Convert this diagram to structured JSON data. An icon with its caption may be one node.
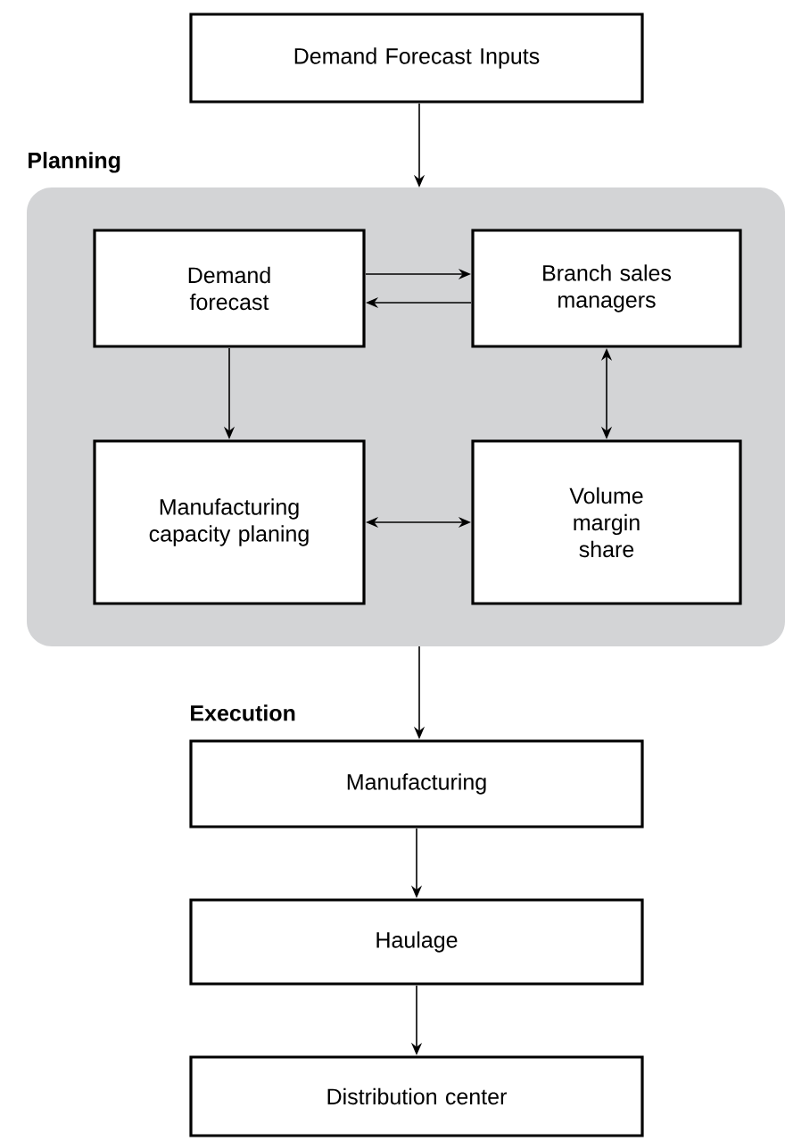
{
  "diagram": {
    "nodes": [
      {
        "text": [
          "Demand Forecast Inputs"
        ]
      },
      {
        "text": [
          "Planning"
        ]
      },
      {
        "text": [
          "Demand forecast"
        ],
        "in": 1
      },
      {
        "text": [
          "Branch sales managers"
        ],
        "in": 1
      },
      {
        "text": [
          "Manufacturing capacity planing"
        ],
        "in": 1
      },
      {
        "text": [
          "Volume margin share"
        ],
        "in": 1
      },
      {
        "text": [
          "Manufacturing"
        ]
      },
      {
        "text": [
          "Haulage"
        ]
      },
      {
        "text": [
          "Distribution center"
        ]
      }
    ],
    "edges": [
      {
        "from": 0,
        "to": 1,
        "arrow": "to"
      },
      {
        "from": 2,
        "to": 3,
        "arrow": "to"
      },
      {
        "from": 3,
        "to": 2,
        "arrow": "to"
      },
      {
        "from": 2,
        "to": 4,
        "arrow": "to"
      },
      {
        "from": 3,
        "to": 5,
        "arrow": "both"
      },
      {
        "from": 4,
        "to": 5,
        "arrow": "both"
      },
      {
        "from": 1,
        "to": 6,
        "arrow": "to"
      },
      {
        "from": 6,
        "to": 7,
        "arrow": "to"
      },
      {
        "from": 7,
        "to": 8,
        "arrow": "to"
      }
    ],
    "labels": [
      "Execution"
    ]
  }
}
